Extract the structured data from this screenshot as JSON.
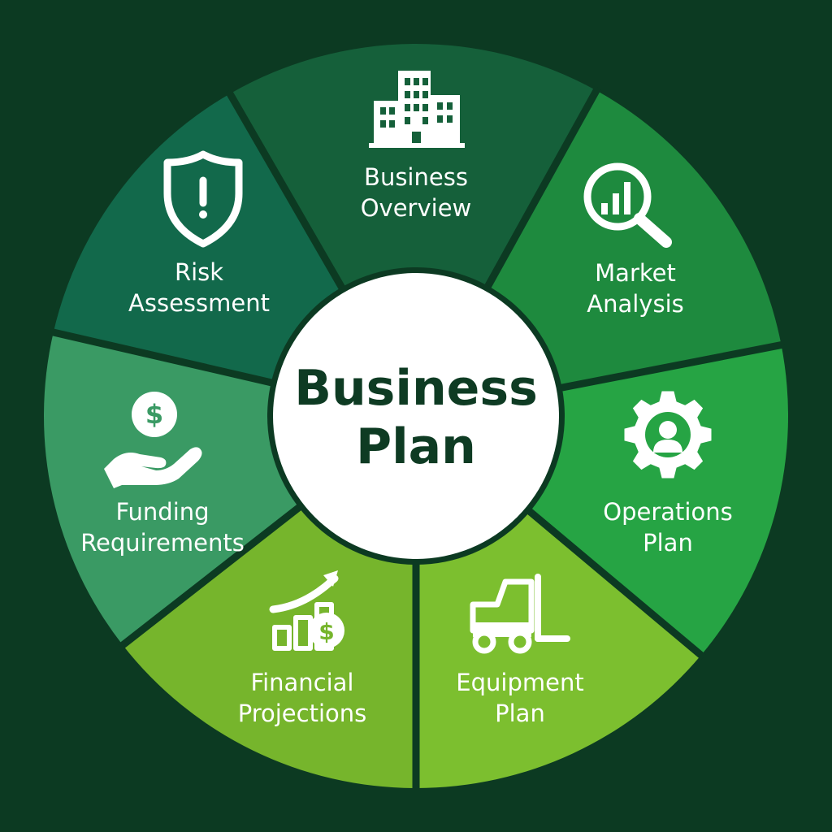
{
  "center": {
    "line1": "Business",
    "line2": "Plan"
  },
  "colors": {
    "background": "#0c3a22",
    "divider": "#0c3a22",
    "center_fill": "#ffffff",
    "center_text": "#0e3b23",
    "label_text": "#ffffff"
  },
  "segments": [
    {
      "name": "business-overview",
      "icon": "office-building-icon",
      "line1": "Business",
      "line2": "Overview",
      "color": "#15603a"
    },
    {
      "name": "market-analysis",
      "icon": "magnifier-chart-icon",
      "line1": "Market",
      "line2": "Analysis",
      "color": "#1e8a3e"
    },
    {
      "name": "operations-plan",
      "icon": "gear-person-icon",
      "line1": "Operations",
      "line2": "Plan",
      "color": "#26a444"
    },
    {
      "name": "equipment-plan",
      "icon": "forklift-icon",
      "line1": "Equipment",
      "line2": "Plan",
      "color": "#7cbf2f"
    },
    {
      "name": "financial-projections",
      "icon": "growth-chart-dollar-icon",
      "line1": "Financial",
      "line2": "Projections",
      "color": "#76b52c"
    },
    {
      "name": "funding-requirements",
      "icon": "hand-dollar-icon",
      "line1": "Funding",
      "line2": "Requirements",
      "color": "#3a9a64"
    },
    {
      "name": "risk-assessment",
      "icon": "shield-alert-icon",
      "line1": "Risk",
      "line2": "Assessment",
      "color": "#12694b"
    }
  ]
}
